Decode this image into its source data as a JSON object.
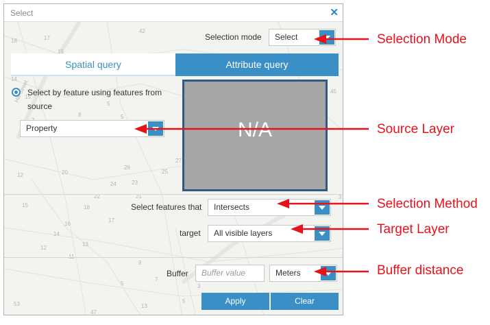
{
  "dialog": {
    "title": "Select",
    "selection_mode_label": "Selection mode",
    "selection_mode_value": "Select",
    "tabs": [
      {
        "label": "Spatial query",
        "active": false
      },
      {
        "label": "Attribute query",
        "active": true
      }
    ],
    "radio_label_line1": "Select by feature using features from",
    "radio_label_line2": "source",
    "source_layer_value": "Property",
    "preview_text": "N/A",
    "select_features_label": "Select features that",
    "selection_method_value": "Intersects",
    "target_label": "target",
    "target_layer_value": "All visible layers",
    "buffer_label": "Buffer",
    "buffer_placeholder": "Buffer value",
    "buffer_unit_value": "Meters",
    "apply_label": "Apply",
    "clear_label": "Clear"
  },
  "map_labels": {
    "parcel_numbers": [
      "42",
      "18",
      "17",
      "15",
      "16",
      "14",
      "5",
      "8",
      "5",
      "7",
      "12",
      "20",
      "26",
      "25",
      "24",
      "23",
      "27",
      "21",
      "22",
      "17",
      "15",
      "18",
      "16",
      "14",
      "13",
      "12",
      "11",
      "9",
      "5",
      "7",
      "3",
      "5",
      "13",
      "53",
      "47",
      "3",
      "45",
      "15"
    ],
    "street_name": "Hill Street"
  },
  "callouts": {
    "selection_mode": "Selection Mode",
    "source_layer": "Source Layer",
    "selection_method": "Selection Method",
    "target_layer": "Target Layer",
    "buffer_distance": "Buffer distance"
  },
  "colors": {
    "accent": "#3a8fc7",
    "callout": "#e8121b",
    "preview_fill": "#a6a6a6",
    "preview_border": "#2f5a86"
  },
  "icons": [
    "close-icon",
    "chevron-down-icon",
    "radio-selected-icon"
  ]
}
